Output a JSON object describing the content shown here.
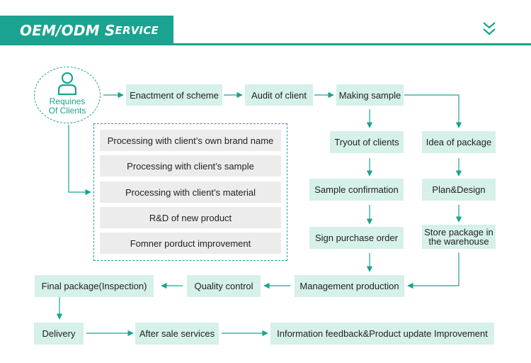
{
  "header": {
    "title_main": "OEM/ODM S",
    "title_small": "ERVICE",
    "accent_color": "#1aa390",
    "expand_icon": "double-chevron-down-icon"
  },
  "client": {
    "icon": "person-icon",
    "label_line1": "Requines",
    "label_line2": "Of Clients"
  },
  "top_flow": {
    "enactment": "Enactment of scheme",
    "audit": "Audit of client",
    "making_sample": "Making sample"
  },
  "processing_options": [
    "Processing with client’s own brand name",
    "Processing with client’s sample",
    "Processing with client’s material",
    "R&D of new product",
    "Fomner porduct improvement"
  ],
  "sample_branch": {
    "tryout": "Tryout of clients",
    "confirmation": "Sample confirmation",
    "purchase_order": "Sign purchase order"
  },
  "package_branch": {
    "idea": "Idea of package",
    "plan": "Plan&Design",
    "store_line1": "Store package in",
    "store_line2": "the warehouse"
  },
  "bottom_flow": {
    "management": "Management production",
    "quality": "Quality control",
    "final_package": "Final package(Inspection)",
    "delivery": "Delivery",
    "after_sale": "After sale services",
    "feedback": "Information feedback&Product update Improvement"
  }
}
